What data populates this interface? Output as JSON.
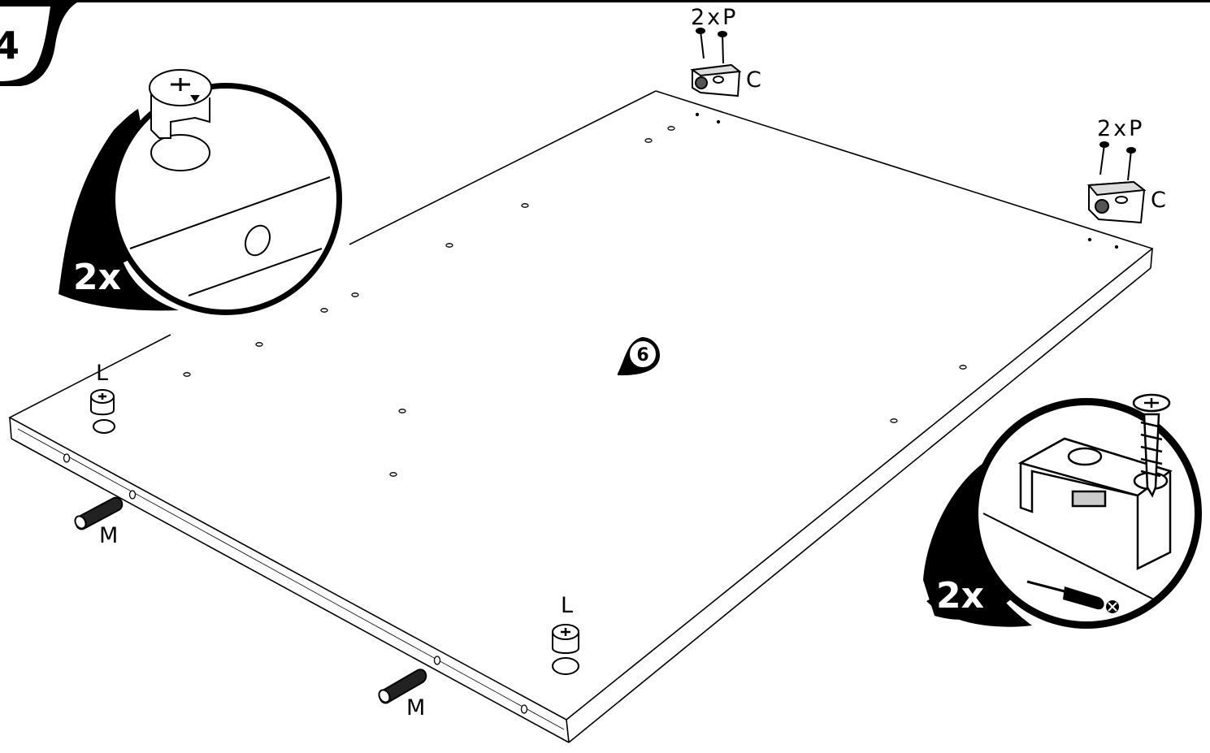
{
  "step_number": "4",
  "panel_number": "6",
  "labels": {
    "screws_top": "2xP",
    "cam_top": "C",
    "screws_right": "2xP",
    "cam_right": "C",
    "cam_lock_left": "L",
    "cam_lock_bottom": "L",
    "dowel_left": "M",
    "dowel_bottom": "M"
  },
  "callouts": {
    "left_quantity": "2x",
    "right_quantity": "2x"
  },
  "colors": {
    "line": "#000000",
    "fill": "#ffffff",
    "part_shade": "#c8c8c8"
  }
}
